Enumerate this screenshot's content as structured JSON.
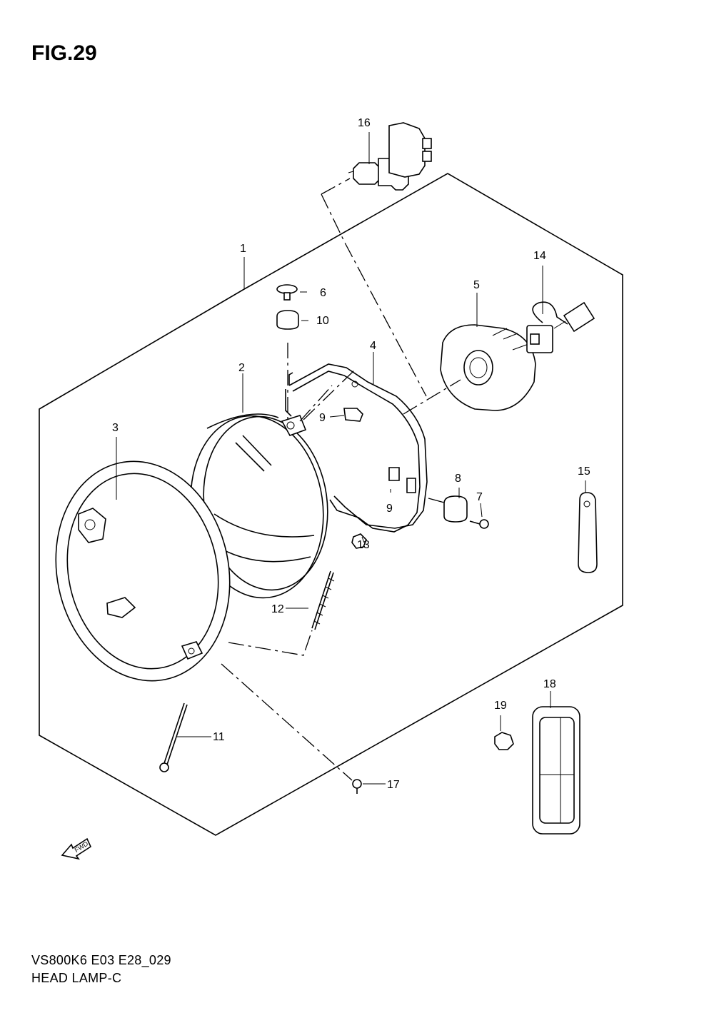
{
  "figure": {
    "title": "FIG.29",
    "model_code": "VS800K6 E03 E28_029",
    "section_title": "HEAD LAMP-C"
  },
  "fwd_arrow": {
    "label": "FWD"
  },
  "callouts": [
    "1",
    "2",
    "3",
    "4",
    "5",
    "6",
    "7",
    "8",
    "9",
    "9",
    "10",
    "11",
    "12",
    "13",
    "14",
    "15",
    "16",
    "17",
    "18",
    "19"
  ]
}
